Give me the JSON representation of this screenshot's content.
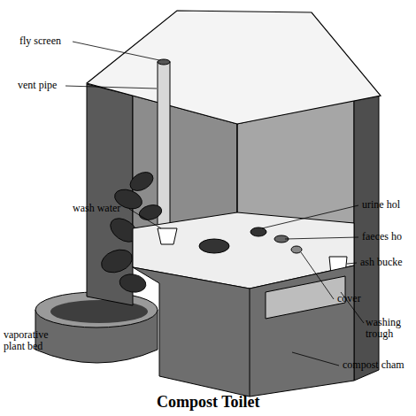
{
  "diagram": {
    "caption": "Compost Toilet",
    "labels": [
      "fly screen",
      "vent pipe",
      "wash water",
      "urine hol",
      "faeces ho",
      "ash bucke",
      "cover",
      "washing trough",
      "vaporative plant bed",
      "compost cham"
    ]
  }
}
